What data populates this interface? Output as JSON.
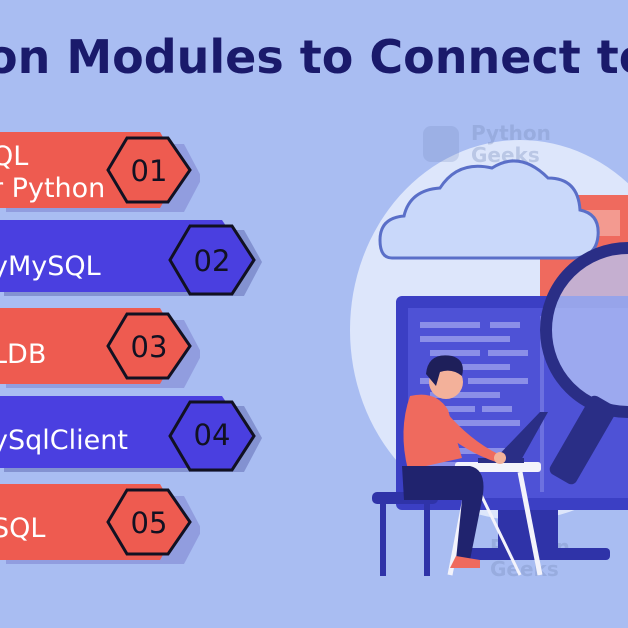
{
  "header": {
    "title": "on Modules to Connect to"
  },
  "items": [
    {
      "number": "01",
      "label_line1": "QL",
      "label_line2": "r Python",
      "color": "#ee5b50"
    },
    {
      "number": "02",
      "label_line1": "yMySQL",
      "label_line2": "",
      "color": "#4a3fe0"
    },
    {
      "number": "03",
      "label_line1": "LDB",
      "label_line2": "",
      "color": "#ee5b50"
    },
    {
      "number": "04",
      "label_line1": "ySqlClient",
      "label_line2": "",
      "color": "#4a3fe0"
    },
    {
      "number": "05",
      "label_line1": "SQL",
      "label_line2": "",
      "color": "#ee5b50"
    }
  ],
  "watermark": {
    "line1": "Python",
    "line2": "Geeks",
    "partial": "Ge"
  },
  "colors": {
    "background": "#a9bdf2",
    "title": "#1a1a6b",
    "red": "#ee5b50",
    "blue": "#4a3fe0"
  },
  "icons": [
    "cloud-icon",
    "magnifier-icon",
    "monitor-icon",
    "person-icon",
    "laptop-icon",
    "python-logo-icon"
  ]
}
